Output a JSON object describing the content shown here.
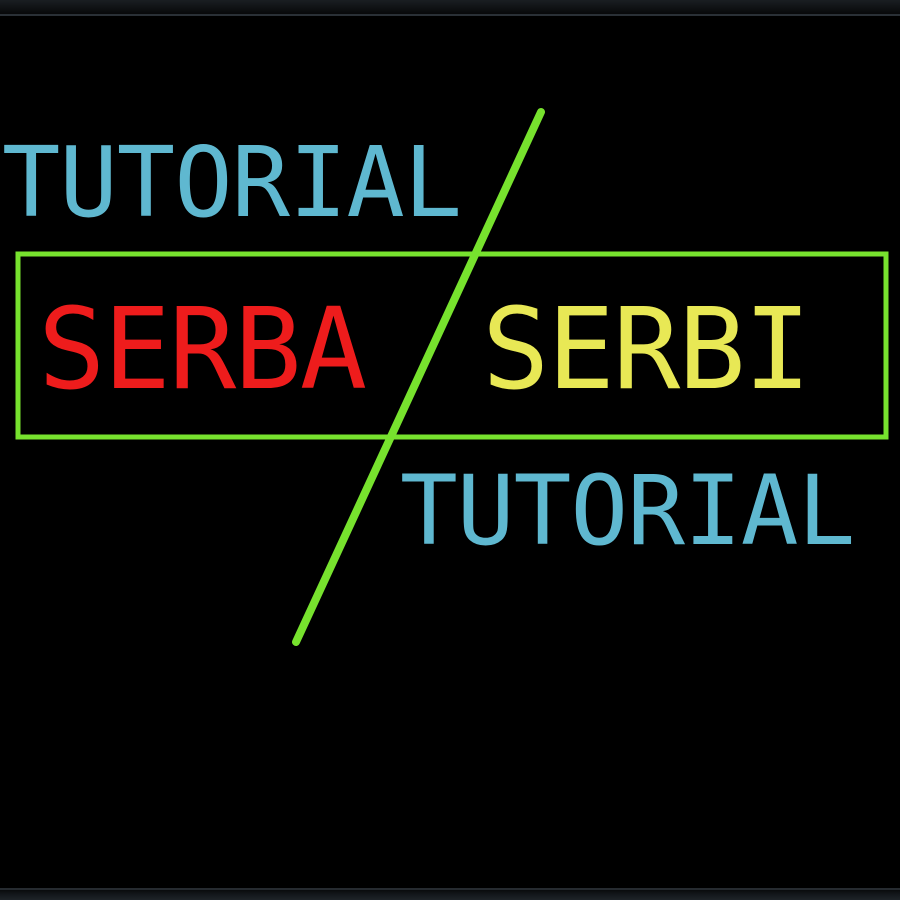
{
  "logo": {
    "tutorial_top": "TUTORIAL",
    "serba": "SERBA",
    "serbi": "SERBI",
    "tutorial_bottom": "TUTORIAL"
  },
  "colors": {
    "background": "#000000",
    "tutorial": "#5fb8d0",
    "serba": "#ee1c1c",
    "serbi": "#e8e855",
    "frame": "#77e22e",
    "slash": "#77e22e"
  }
}
